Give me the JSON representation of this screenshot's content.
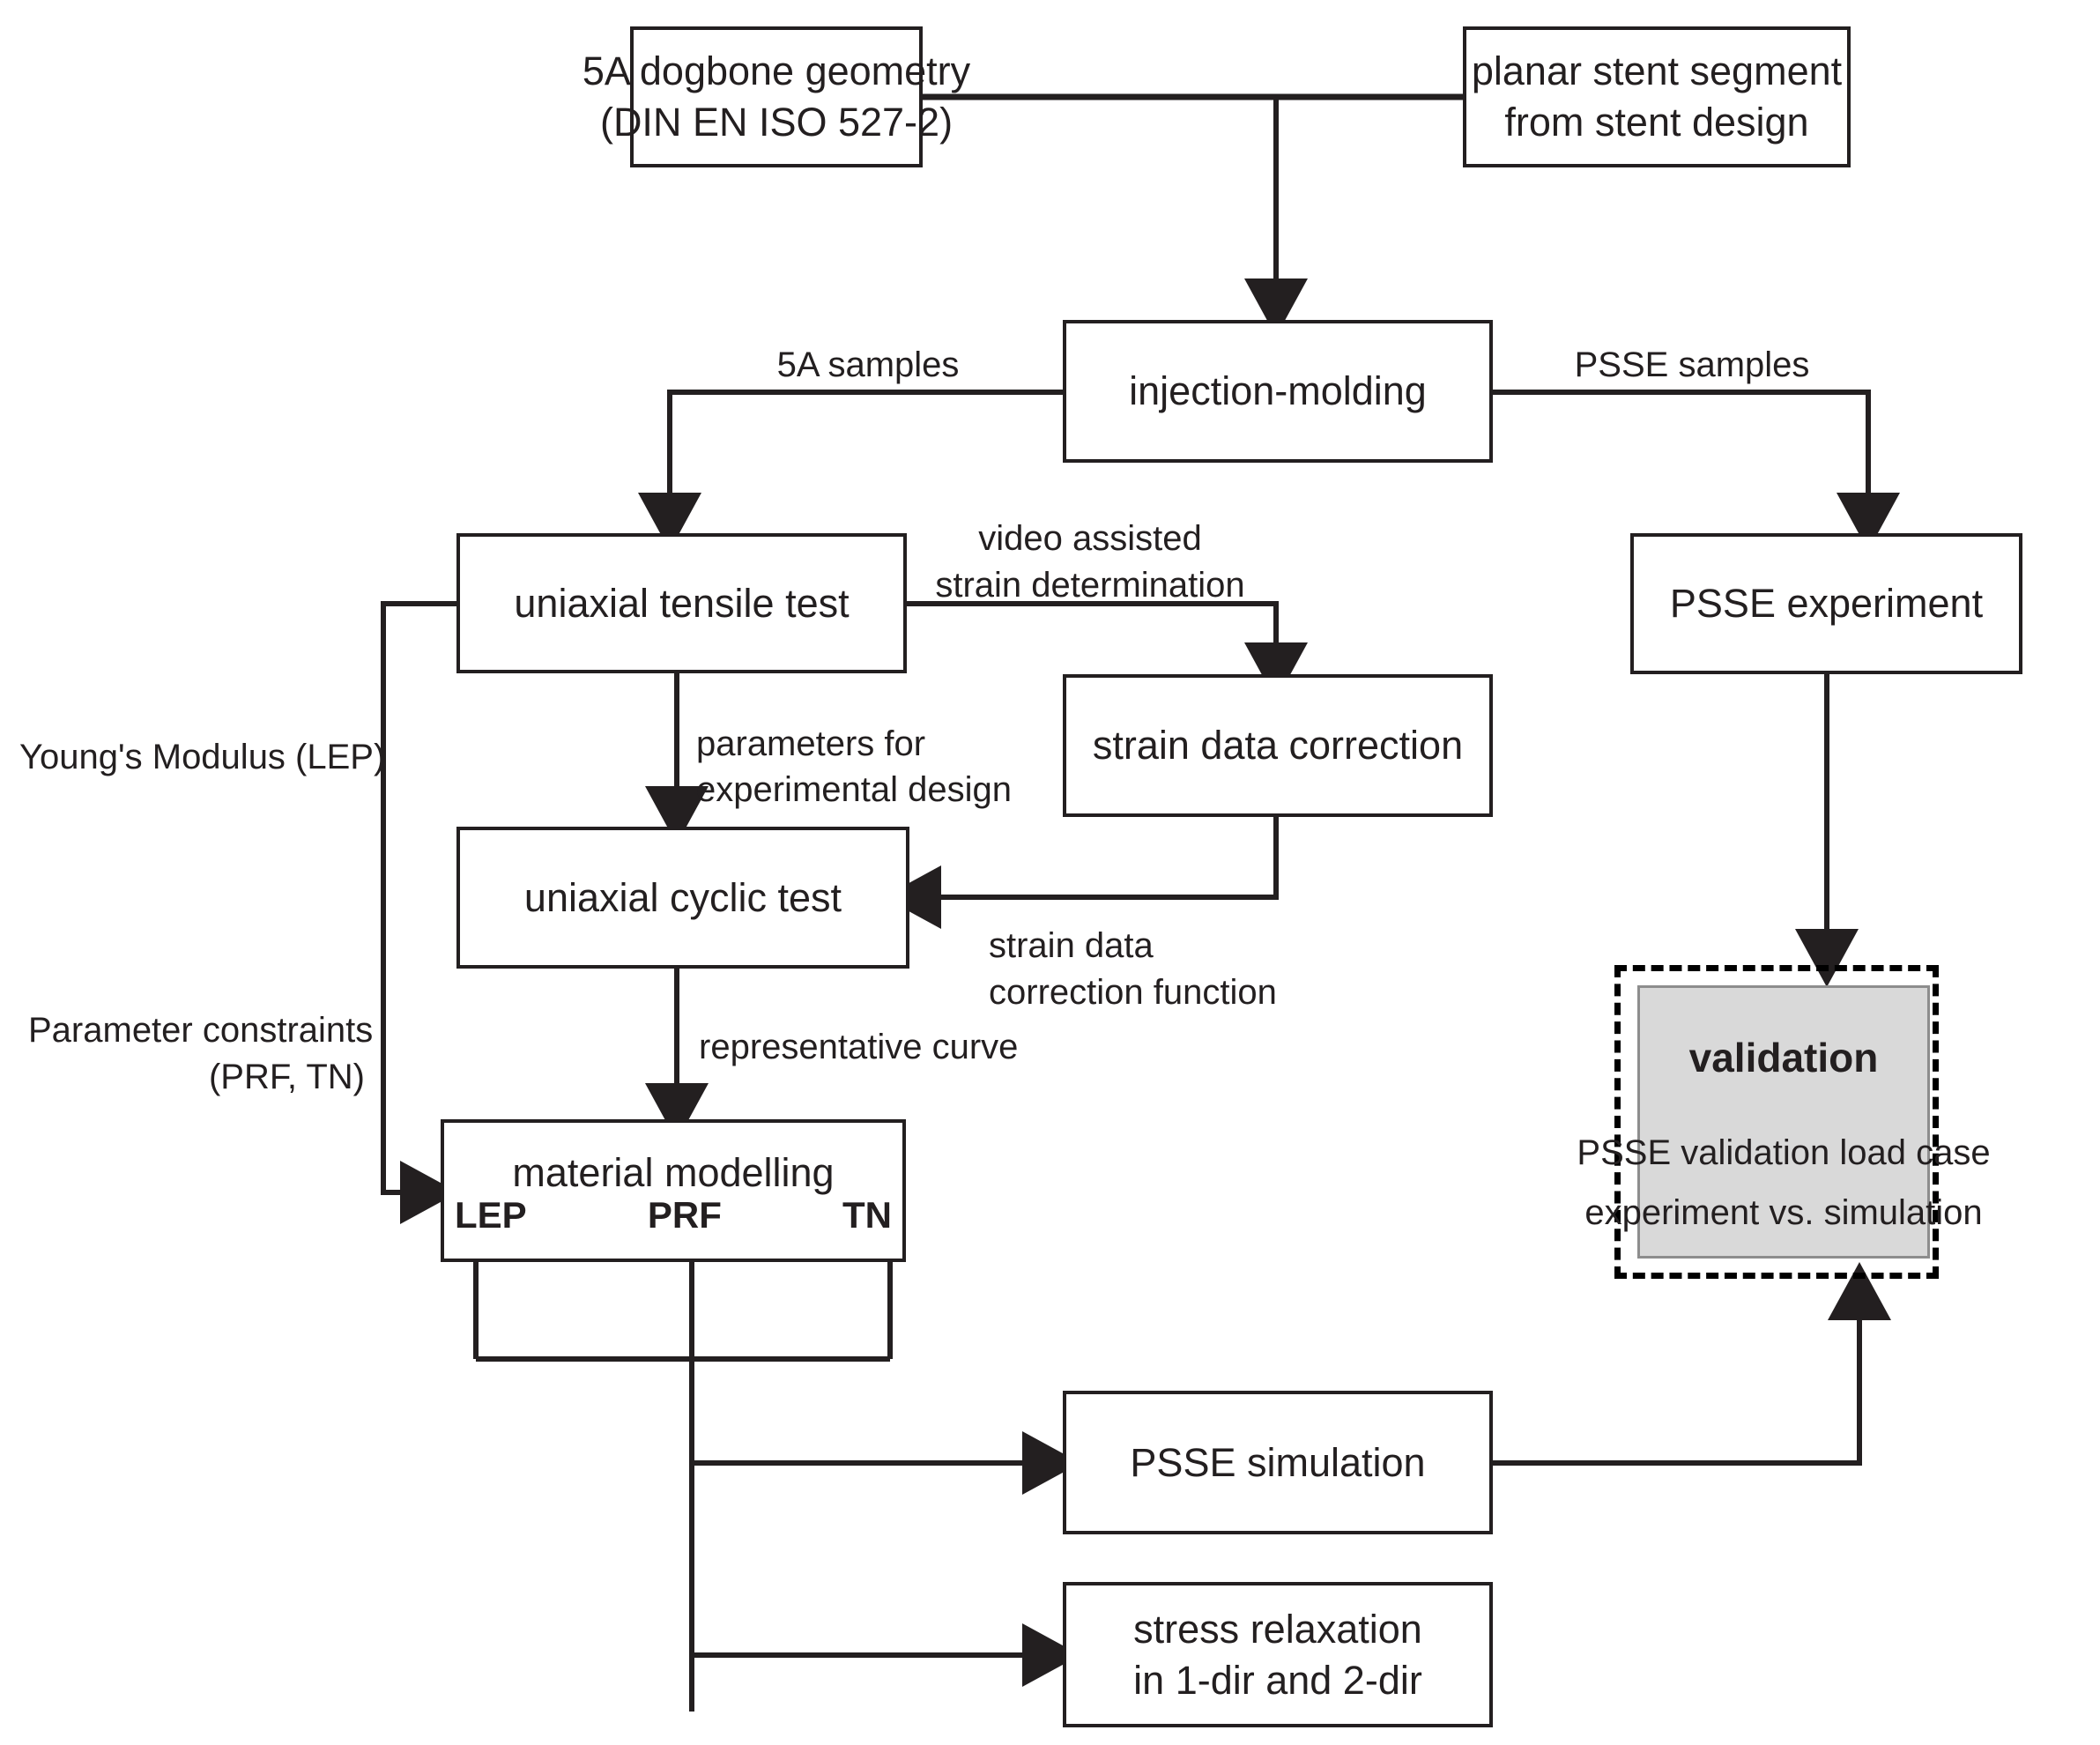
{
  "diagram": {
    "title": "Experimental and simulation workflow for PSSE stent material characterisation",
    "type": "flowchart"
  },
  "nodes": {
    "dogbone": {
      "line1": "5A dogbone geometry",
      "line2": "(DIN EN ISO 527-2)"
    },
    "stent_segment": {
      "line1": "planar stent segment",
      "line2": "from stent design"
    },
    "injection_molding": {
      "line1": "injection-molding"
    },
    "tensile_test": {
      "line1": "uniaxial tensile test"
    },
    "psse_experiment": {
      "line1": "PSSE experiment"
    },
    "strain_correction": {
      "line1": "strain data correction"
    },
    "cyclic_test": {
      "line1": "uniaxial cyclic test"
    },
    "material_modelling": {
      "line1": "material modelling",
      "params": [
        "LEP",
        "PRF",
        "TN"
      ]
    },
    "validation": {
      "title": "validation",
      "sub1": "PSSE validation load case",
      "sub2": "experiment vs. simulation"
    },
    "psse_simulation": {
      "line1": "PSSE simulation"
    },
    "stress_relaxation": {
      "line1": "stress relaxation",
      "line2": "in 1-dir and 2-dir"
    }
  },
  "edge_labels": {
    "samples_5a": "5A samples",
    "samples_psse": "PSSE samples",
    "video_assisted_1": "video assisted",
    "video_assisted_2": "strain determination",
    "params_exp_1": "parameters for",
    "params_exp_2": "experimental design",
    "strain_fn_1": "strain data",
    "strain_fn_2": "correction function",
    "representative_curve": "representative curve",
    "youngs_modulus": "Young's Modulus (LEP)",
    "param_constraints_1": "Parameter constraints",
    "param_constraints_2": "(PRF, TN)"
  },
  "colors": {
    "stroke": "#231f20",
    "validation_fill": "#d9d9d9",
    "validation_border": "#8d8d8d",
    "background": "#ffffff"
  }
}
